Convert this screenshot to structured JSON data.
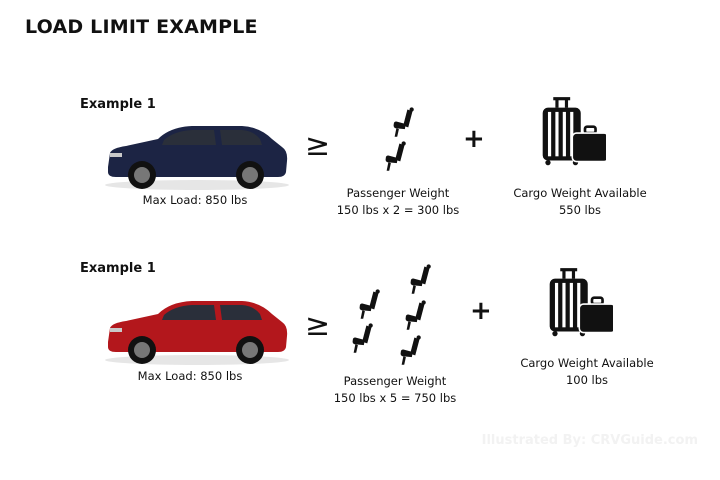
{
  "title": "LOAD LIMIT EXAMPLE",
  "examples": [
    {
      "label": "Example 1",
      "car_caption": "Max Load: 850 lbs",
      "relation": "≥",
      "operator": "+",
      "passenger_title": "Passenger Weight",
      "passenger_calc": "150 lbs x 2 = 300 lbs",
      "cargo_title": "Cargo Weight Available",
      "cargo_value": "550 lbs",
      "car_color": "#1c2444",
      "seat_count": 2
    },
    {
      "label": "Example 1",
      "car_caption": "Max Load: 850 lbs",
      "relation": "≥",
      "operator": "+",
      "passenger_title": "Passenger Weight",
      "passenger_calc": "150 lbs x 5 = 750 lbs",
      "cargo_title": "Cargo Weight Available",
      "cargo_value": "100 lbs",
      "car_color": "#b3171c",
      "seat_count": 5
    }
  ],
  "watermark": "Illustrated By: CRVGuide.com",
  "icons": [
    "car-icon",
    "seat-icon",
    "luggage-icon"
  ]
}
